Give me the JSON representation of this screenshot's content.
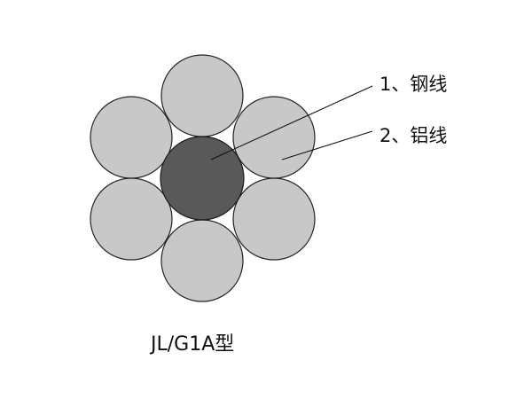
{
  "labels": {
    "steel": "1、钢线",
    "aluminum": "2、铝线"
  },
  "caption": "JL/G1A型",
  "colors": {
    "aluminum_strand": "#c8c8c8",
    "steel_core": "#595959",
    "outline": "#222222"
  },
  "strands": {
    "aluminum_count": 6,
    "steel_count": 1
  }
}
